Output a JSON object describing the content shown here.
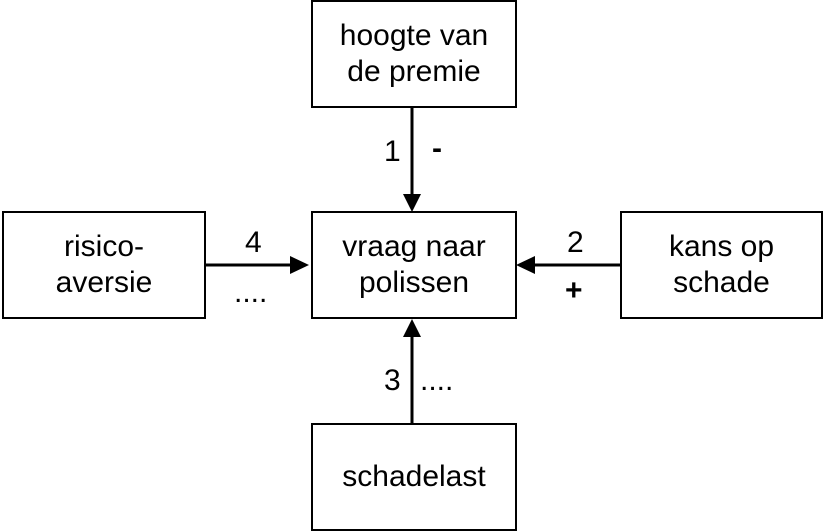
{
  "boxes": {
    "top": "hoogte van\nde premie",
    "center": "vraag naar\npolissen",
    "left": "risico-\naversie",
    "right": "kans op\nschade",
    "bottom": "schadelast"
  },
  "arrows": {
    "top": {
      "number": "1",
      "sign": "-"
    },
    "right": {
      "number": "2",
      "sign": "+"
    },
    "bottom": {
      "number": "3",
      "sign": "...."
    },
    "left": {
      "number": "4",
      "sign": "...."
    }
  }
}
